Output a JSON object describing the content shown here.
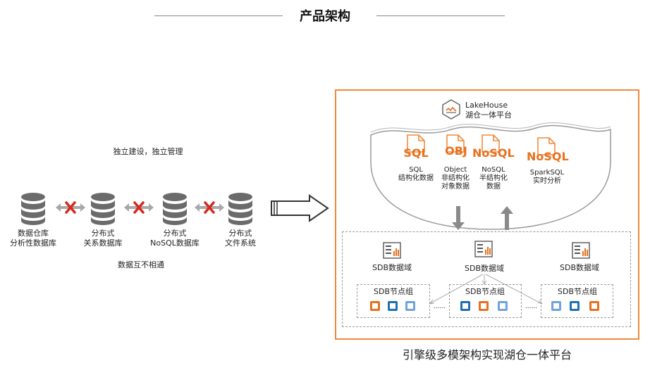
{
  "title": "产品架构",
  "left": {
    "top_note": "独立建设，独立管理",
    "bottom_note": "数据互不相通",
    "stores": [
      {
        "line1": "数据仓库",
        "line2": "分析性数据库"
      },
      {
        "line1": "分布式",
        "line2": "关系数据库"
      },
      {
        "line1": "分布式",
        "line2": "NoSQL数据库"
      },
      {
        "line1": "分布式",
        "line2": "文件系统"
      }
    ]
  },
  "right": {
    "lakehouse": {
      "line1": "LakeHouse",
      "line2": "湖仓一体平台"
    },
    "formats": [
      {
        "icon_text": "SQL",
        "line1": "SQL",
        "line2": "结构化数据",
        "line3": ""
      },
      {
        "icon_text": "OBJ",
        "line1": "Object",
        "line2": "非结构化",
        "line3": "对象数据"
      },
      {
        "icon_text": "NoSQL",
        "line1": "NoSQL",
        "line2": "半结构化",
        "line3": "数据"
      },
      {
        "icon_text": "NoSQL",
        "line1": "SparkSQL",
        "line2": "实时分析",
        "line3": ""
      }
    ],
    "domains": [
      {
        "label": "SDB数据域",
        "group": "SDB节点组"
      },
      {
        "label": "SDB数据域",
        "group": "SDB节点组"
      },
      {
        "label": "SDB数据域",
        "group": "SDB节点组"
      }
    ],
    "ellipsis": "......"
  },
  "caption": "引擎级多模架构实现湖仓一体平台",
  "colors": {
    "accent": "#f08a3c",
    "node_orange": "#e8701e",
    "node_blue": "#1f6fb5",
    "node_lightblue": "#6fa3de",
    "db_gray": "#6b6b6b",
    "cross_red": "#d9261c"
  }
}
